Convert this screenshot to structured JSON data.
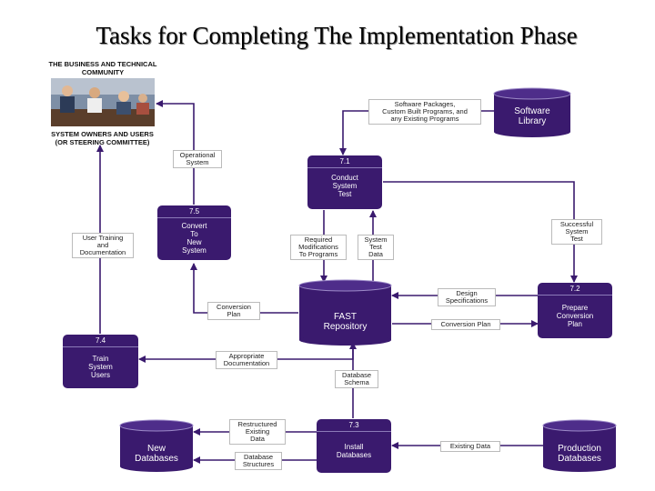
{
  "title": "Tasks for Completing The Implementation Phase",
  "colors": {
    "process": "#3a1a6e",
    "store": "#3a1a6e",
    "line": "#3a1a6e"
  },
  "external_entity": {
    "title": "THE BUSINESS AND TECHNICAL\nCOMMUNITY",
    "subtitle": "SYSTEM OWNERS AND USERS\n(OR STEERING COMMITTEE)"
  },
  "processes": {
    "p71": {
      "num": "7.1",
      "label": "Conduct\nSystem\nTest"
    },
    "p72": {
      "num": "7.2",
      "label": "Prepare\nConversion\nPlan"
    },
    "p73": {
      "num": "7.3",
      "label": "Install\nDatabases"
    },
    "p74": {
      "num": "7.4",
      "label": "Train\nSystem\nUsers"
    },
    "p75": {
      "num": "7.5",
      "label": "Convert\nTo\nNew\nSystem"
    }
  },
  "stores": {
    "software_library": "Software\nLibrary",
    "fast_repository": "FAST\nRepository",
    "new_databases": "New\nDatabases",
    "production_databases": "Production\nDatabases"
  },
  "flows": {
    "software_packages": "Software Packages,\nCustom Built Programs, and\nany Existing Programs",
    "operational_system": "Operational\nSystem",
    "required_modifications": "Required\nModifications\nTo Programs",
    "system_test_data": "System\nTest\nData",
    "successful_system_test": "Successful\nSystem\nTest",
    "user_training": "User Training\nand\nDocumentation",
    "conversion_plan_left": "Conversion\nPlan",
    "design_specifications": "Design\nSpecifications",
    "conversion_plan_right": "Conversion Plan",
    "appropriate_documentation": "Appropriate\nDocumentation",
    "database_schema": "Database\nSchema",
    "restructured_data": "Restructured\nExisting\nData",
    "database_structures": "Database\nStructures",
    "existing_data": "Existing Data"
  }
}
